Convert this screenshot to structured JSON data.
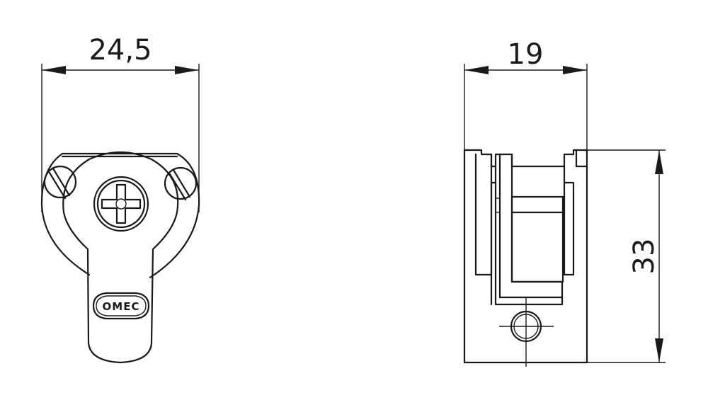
{
  "dimensions": {
    "front_width": "24,5",
    "side_width": "19",
    "side_height": "33"
  },
  "logo": {
    "text": "OMEC"
  },
  "colors": {
    "line": "#1a1a1a",
    "background": "#ffffff"
  }
}
